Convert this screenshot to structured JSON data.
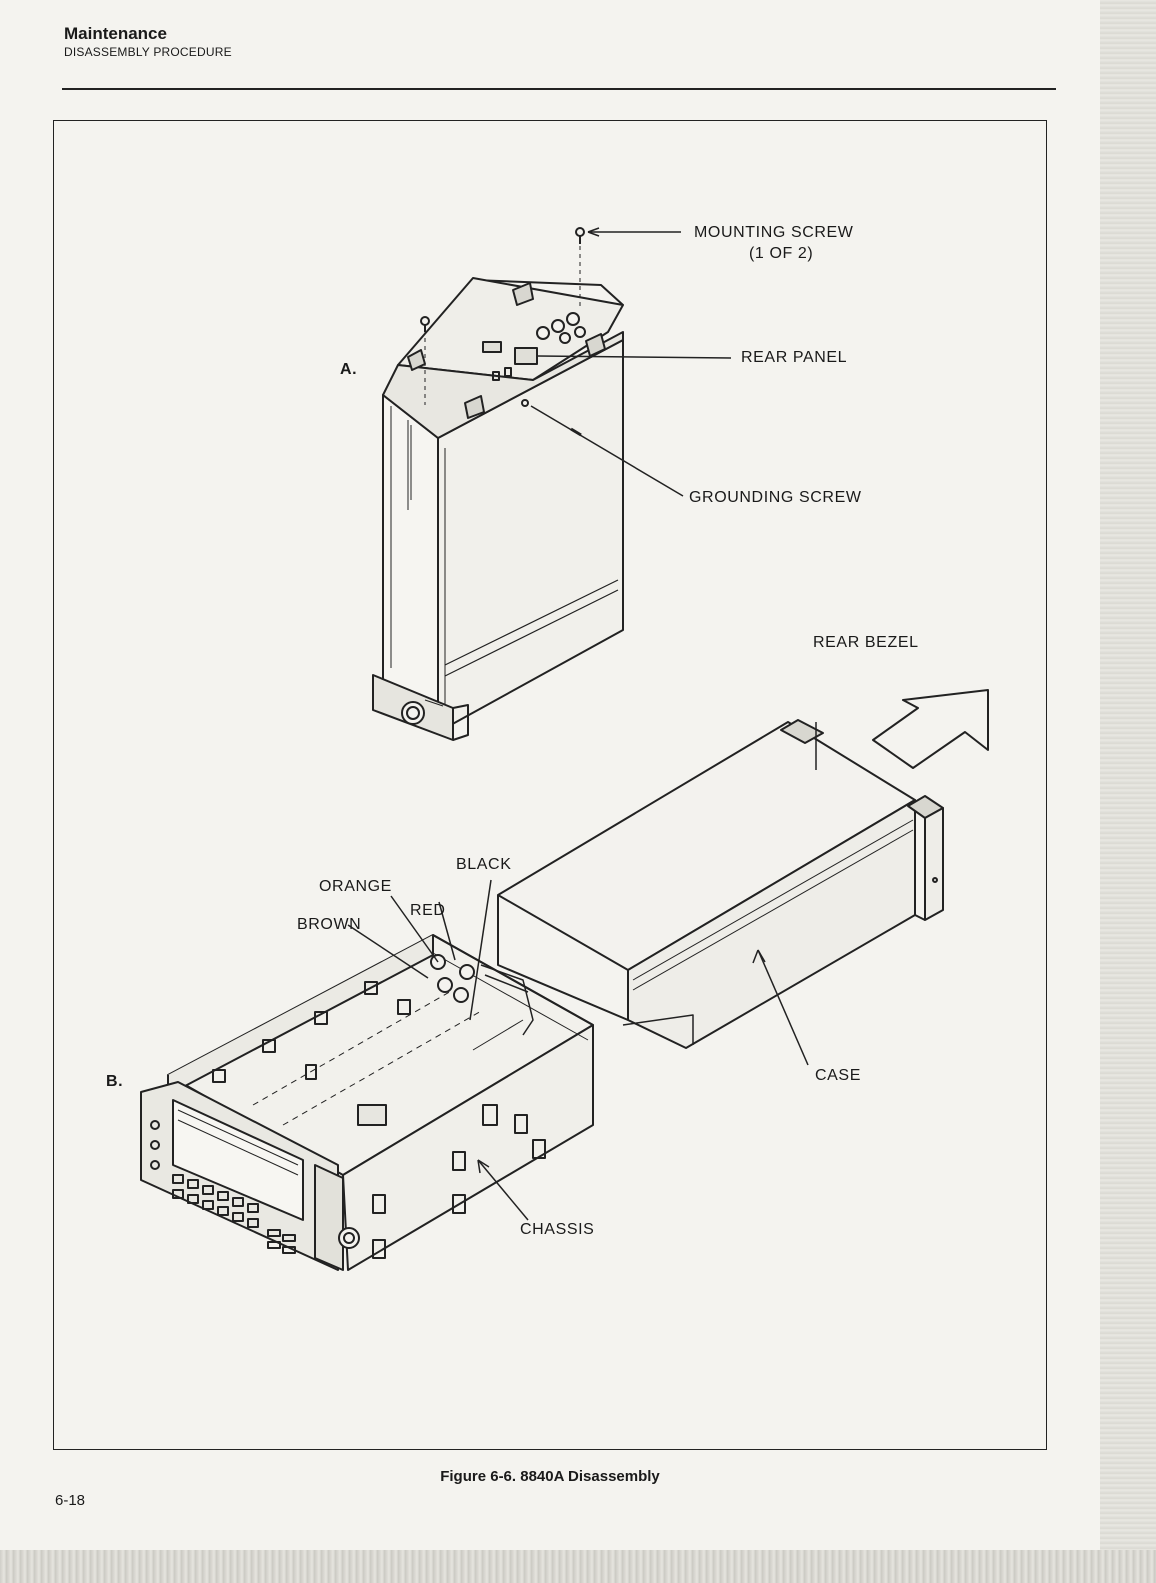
{
  "header": {
    "section_title": "Maintenance",
    "subsection": "DISASSEMBLY PROCEDURE"
  },
  "figure": {
    "caption": "Figure 6-6. 8840A Disassembly",
    "view_a_label": "A.",
    "view_b_label": "B.",
    "callouts": {
      "mounting_screw": "MOUNTING SCREW",
      "mounting_screw_qty": "(1 OF 2)",
      "rear_panel": "REAR PANEL",
      "grounding_screw": "GROUNDING SCREW",
      "rear_bezel": "REAR BEZEL",
      "black": "BLACK",
      "orange": "ORANGE",
      "red": "RED",
      "brown": "BROWN",
      "case": "CASE",
      "chassis": "CHASSIS"
    }
  },
  "footer": {
    "page_number": "6-18"
  }
}
